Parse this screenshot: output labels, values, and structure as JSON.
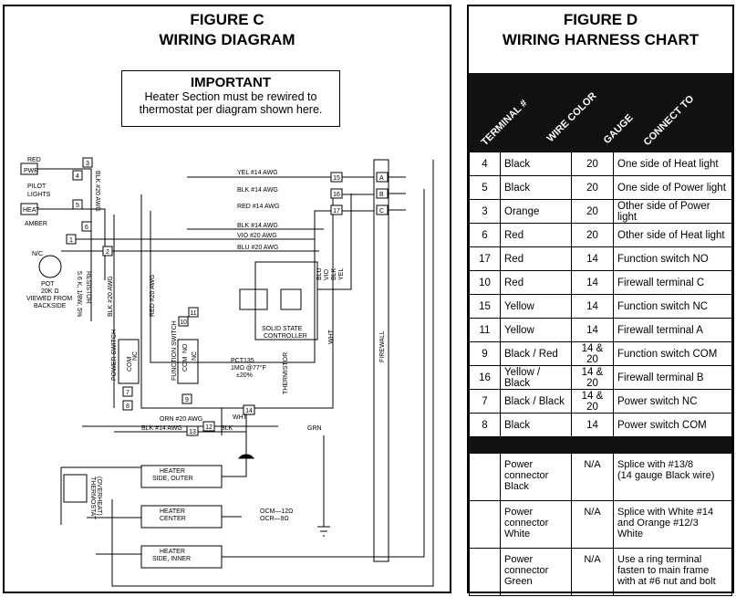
{
  "figure_c": {
    "title_line1": "FIGURE C",
    "title_line2": "WIRING DIAGRAM",
    "important_heading": "IMPORTANT",
    "important_text1": "Heater Section must be rewired to",
    "important_text2": "thermostat per diagram shown here.",
    "labels": {
      "red": "RED",
      "pwr": "PWR",
      "pilot": "PILOT",
      "lights": "LIGHTS",
      "heat": "HEAT",
      "amber": "AMBER",
      "nc": "N/C",
      "pot": "POT",
      "pot_spec": "20K Ω",
      "pot_view": "VIEWED FROM",
      "pot_side": "BACKSIDE",
      "resistor": "RESISTOR",
      "resistor_spec": "5.6 K, 1/8W, 5%",
      "blk20_pilot": "BLK #20 AWG",
      "blk20": "BLK #20 AWG",
      "red20": "RED #20 AWG",
      "yel14": "YEL #14 AWG",
      "blk14_top": "BLK #14 AWG",
      "red14": "RED #14 AWG",
      "blk14_mid": "BLK #14 AWG",
      "vio20": "VIO #20 AWG",
      "blu20": "BLU #20 AWG",
      "orn20": "ORN #20 AWG",
      "blk14_bot": "BLK #14 AWG",
      "blk": "BLK",
      "wht": "WHT",
      "grn": "GRN",
      "power_switch": "POWER SWITCH",
      "function_switch": "FUNCTION SWITCH",
      "com": "COM",
      "no": "NO",
      "nc_sw": "NC",
      "solid_state": "SOLID STATE",
      "controller": "CONTROLLER",
      "pct": "PCT135",
      "pct_spec": "1MΩ @77°F",
      "pct_tol": "±20%",
      "thermistor": "THERMISTOR",
      "firewall": "FIREWALL",
      "blu": "BLU",
      "vio": "VIO",
      "yel": "YEL",
      "heater_outer1": "HEATER",
      "heater_outer2": "SIDE, OUTER",
      "heater_center1": "HEATER",
      "heater_center2": "CENTER",
      "heater_inner1": "HEATER",
      "heater_inner2": "SIDE, INNER",
      "ocm": "OCM—12Ω",
      "ocr": "OCR—9Ω",
      "thermostat": "THERMOSTAT",
      "overheat": "(OVERHEAT)",
      "term_a": "A",
      "term_b": "B",
      "term_c": "C"
    },
    "terminals": [
      "3",
      "4",
      "5",
      "6",
      "1",
      "2",
      "15",
      "16",
      "17",
      "10",
      "11",
      "9",
      "7",
      "8",
      "12",
      "13",
      "14"
    ]
  },
  "figure_d": {
    "title_line1": "FIGURE D",
    "title_line2": "WIRING HARNESS CHART",
    "headers": [
      "TERMINAL #",
      "WIRE COLOR",
      "GAUGE",
      "CONNECT TO"
    ],
    "rows": [
      [
        "4",
        "Black",
        "20",
        "One side of Heat light"
      ],
      [
        "5",
        "Black",
        "20",
        "One side of Power light"
      ],
      [
        "3",
        "Orange",
        "20",
        "Other side of Power light"
      ],
      [
        "6",
        "Red",
        "20",
        "Other side of Heat light"
      ],
      [
        "17",
        "Red",
        "14",
        "Function switch NO"
      ],
      [
        "10",
        "Red",
        "14",
        "Firewall terminal C"
      ],
      [
        "15",
        "Yellow",
        "14",
        "Function switch NC"
      ],
      [
        "11",
        "Yellow",
        "14",
        "Firewall terminal A"
      ],
      [
        "9",
        "Black / Red",
        "14 & 20",
        "Function switch COM"
      ],
      [
        "16",
        "Yellow / Black",
        "14 & 20",
        "Firewall terminal B"
      ],
      [
        "7",
        "Black / Black",
        "14 & 20",
        "Power switch NC"
      ],
      [
        "8",
        "Black",
        "14",
        "Power switch COM"
      ]
    ],
    "power_rows": [
      {
        "name": [
          "Power",
          "connector",
          "Black"
        ],
        "gauge": "N/A",
        "connect": [
          "Splice with #13/8",
          "(14 gauge Black wire)"
        ]
      },
      {
        "name": [
          "Power",
          "connector",
          "White"
        ],
        "gauge": "N/A",
        "connect": [
          "Splice with White #14",
          "and Orange #12/3",
          "White"
        ]
      },
      {
        "name": [
          "Power",
          "connector",
          "Green"
        ],
        "gauge": "N/A",
        "connect": [
          "Use a ring terminal",
          "fasten to main frame",
          "with at #6 nut and bolt"
        ]
      }
    ]
  }
}
